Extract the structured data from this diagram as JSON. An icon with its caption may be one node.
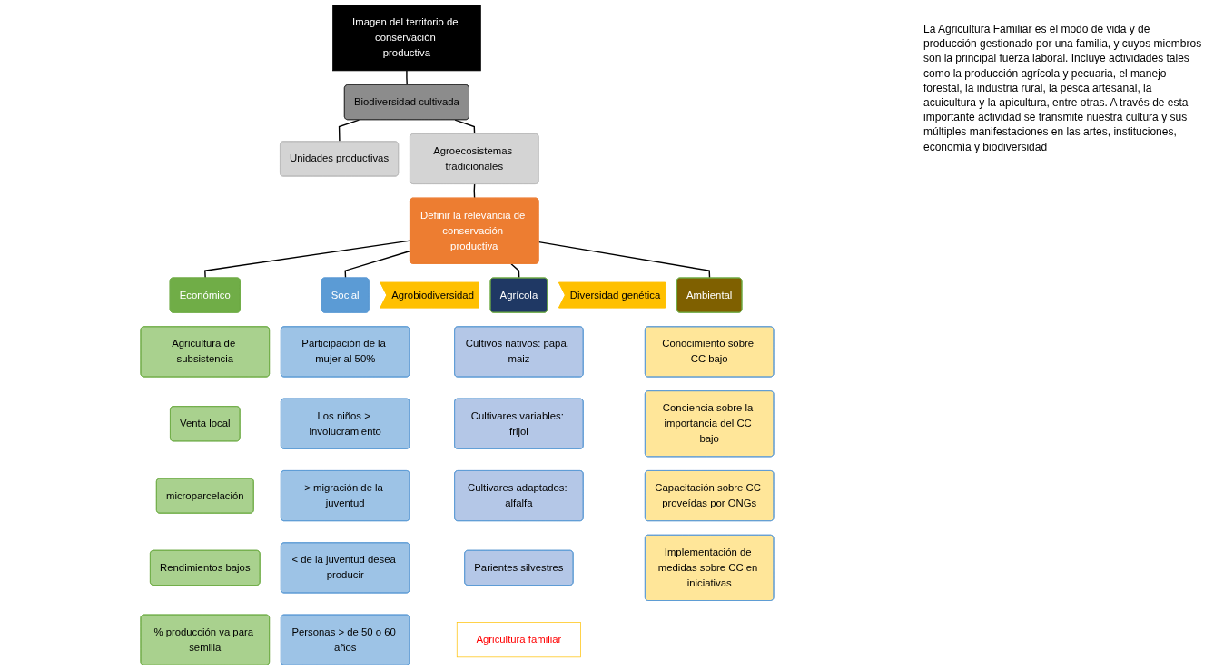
{
  "diagram": {
    "nodes": [
      {
        "text": [
          "Imagen del territorio de conservación productiva"
        ]
      },
      {
        "text": [
          "Biodiversidad cultivada"
        ]
      },
      {
        "text": [
          "Unidades productivas"
        ]
      },
      {
        "text": [
          "Agroecosistemas tradicionales"
        ]
      },
      {
        "text": [
          "Definir la relevancia de conservación productiva"
        ]
      },
      {
        "text": [
          "Económico"
        ]
      },
      {
        "text": [
          "Agricultura de subsistencia"
        ]
      },
      {
        "text": [
          "Venta local"
        ]
      },
      {
        "text": [
          "microparcelación"
        ]
      },
      {
        "text": [
          "Rendimientos bajos"
        ]
      },
      {
        "text": [
          "% producción va para semilla"
        ]
      },
      {
        "text": [
          "Social"
        ]
      },
      {
        "text": [
          "Participación de la mujer al 50%"
        ]
      },
      {
        "text": [
          "Los niños > involucramiento"
        ]
      },
      {
        "text": [
          "> migración de la juventud"
        ]
      },
      {
        "text": [
          "< de la juventud desea producir"
        ]
      },
      {
        "text": [
          "Personas > de 50 o 60 años"
        ]
      },
      {
        "text": [
          "Agrobiodiversidad"
        ]
      },
      {
        "text": [
          "Agrícola"
        ]
      },
      {
        "text": [
          "Cultivos nativos: papa, maiz"
        ]
      },
      {
        "text": [
          "Cultivares variables: frijol"
        ]
      },
      {
        "text": [
          "Cultivares adaptados: alfalfa"
        ]
      },
      {
        "text": [
          "Parientes silvestres"
        ]
      },
      {
        "text": [
          "Diversidad genética"
        ]
      },
      {
        "text": [
          "Ambiental"
        ]
      },
      {
        "text": [
          "Conocimiento sobre CC bajo"
        ]
      },
      {
        "text": [
          "Conciencia sobre la importancia del CC bajo"
        ]
      },
      {
        "text": [
          "Capacitación sobre CC proveídas por ONGs"
        ]
      },
      {
        "text": [
          "Implementación de medidas sobre CC en iniciativas"
        ]
      },
      {
        "text": [
          "Agricultura familiar"
        ]
      }
    ],
    "edges": [
      {
        "from": 0,
        "to": 1,
        "arrow": "none"
      },
      {
        "from": 1,
        "to": 2,
        "arrow": "none"
      },
      {
        "from": 1,
        "to": 3,
        "arrow": "none"
      },
      {
        "from": 3,
        "to": 4,
        "arrow": "none"
      },
      {
        "from": 4,
        "to": 5,
        "arrow": "none"
      },
      {
        "from": 4,
        "to": 11,
        "arrow": "none"
      },
      {
        "from": 4,
        "to": 18,
        "arrow": "none"
      },
      {
        "from": 4,
        "to": 24,
        "arrow": "none"
      }
    ],
    "labels": [
      "La Agricultura Familiar es el modo de vida y de producción gestionado por una familia, y cuyos miembros son la principal fuerza laboral. Incluye actividades tales como la producción agrícola y pecuaria,  el manejo forestal, la industria rural, la pesca artesanal, la acuicultura y la apicultura, entre otras. A través de esta importante actividad se transmite nuestra cultura y sus múltiples manifestaciones en las artes, instituciones, economía y biodiversidad"
    ]
  }
}
